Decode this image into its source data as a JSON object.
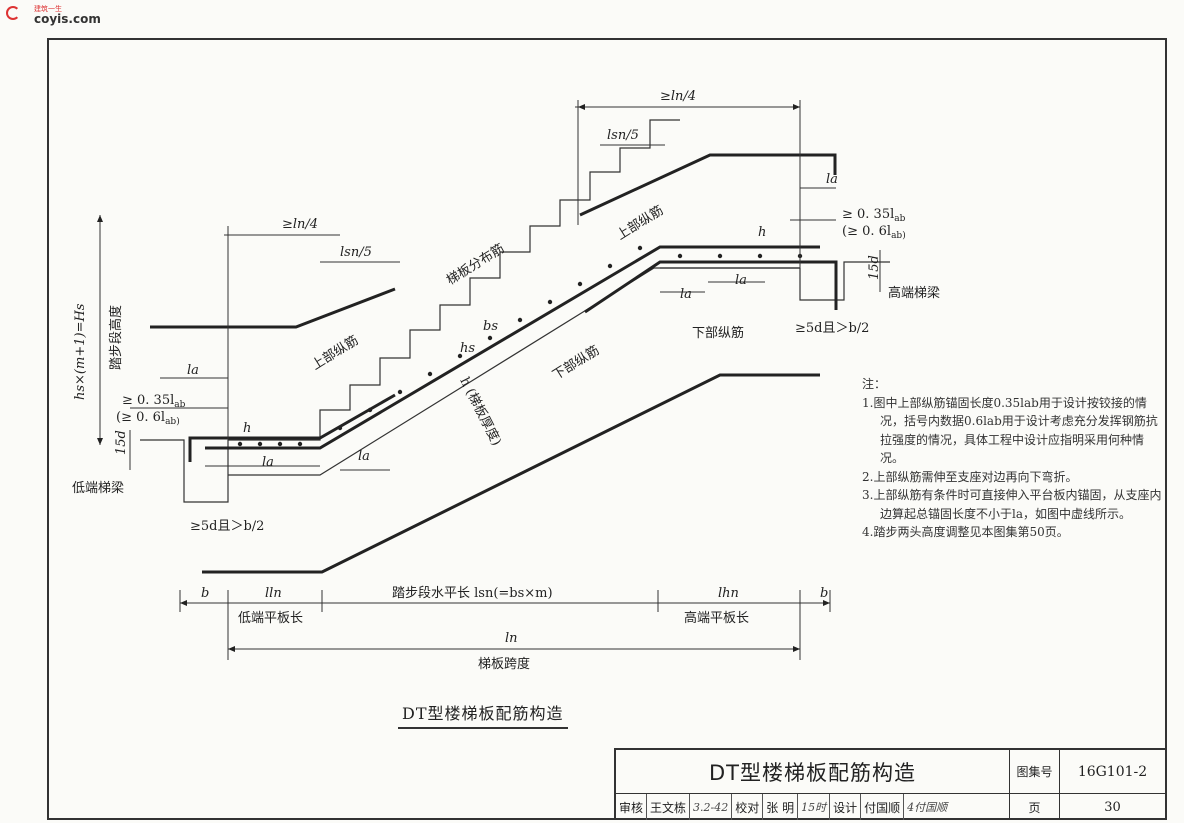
{
  "watermark": {
    "small": "建筑一生",
    "site": "coyis.com"
  },
  "diagram": {
    "anchor_035": "≥ 0. 35l",
    "anchor_035_sub": "ab",
    "anchor_06": "(≥ 0. 6l",
    "anchor_06_sub": "ab)",
    "ln4": "≥ln/4",
    "lsn5": "lsn/5",
    "la": "la",
    "h": "h",
    "d15": "15d",
    "low_beam": "低端梯梁",
    "high_beam": "高端梯梁",
    "support_rule": "≥5d且＞b/2",
    "upper_bar": "上部纵筋",
    "lower_bar": "下部纵筋",
    "dist_bar": "梯板分布筋",
    "slab_thk": "h (梯板厚度)",
    "bs": "bs",
    "hs": "hs",
    "height_formula": "hs×(m+1)=Hs",
    "height_label": "踏步段高度",
    "dim_b": "b",
    "dim_lln": "lln",
    "dim_lsn": "踏步段水平长  lsn(=bs×m)",
    "dim_lhn": "lhn",
    "low_plat": "低端平板长",
    "high_plat": "高端平板长",
    "dim_ln": "ln",
    "span": "梯板跨度"
  },
  "notes": {
    "head": "注：",
    "items": [
      "1.图中上部纵筋锚固长度0.35lab用于设计按铰接的情况，括号内数据0.6lab用于设计考虑充分发挥钢筋抗拉强度的情况，具体工程中设计应指明采用何种情况。",
      "2.上部纵筋需伸至支座对边再向下弯折。",
      "3.上部纵筋有条件时可直接伸入平台板内锚固，从支座内边算起总锚固长度不小于la，如图中虚线所示。",
      "4.踏步两头高度调整见本图集第50页。"
    ]
  },
  "caption": "DT型楼梯板配筋构造",
  "title_block": {
    "title": "DT型楼梯板配筋构造",
    "atlas_label": "图集号",
    "atlas_no": "16G101-2",
    "page_label": "页",
    "page_no": "30",
    "review_label": "审核",
    "review_name": "王文栋",
    "review_sig": "3.2-42",
    "check_label": "校对",
    "check_name": "张  明",
    "check_sig": "15时",
    "design_label": "设计",
    "design_name": "付国顺",
    "design_sig": "4付国顺"
  }
}
